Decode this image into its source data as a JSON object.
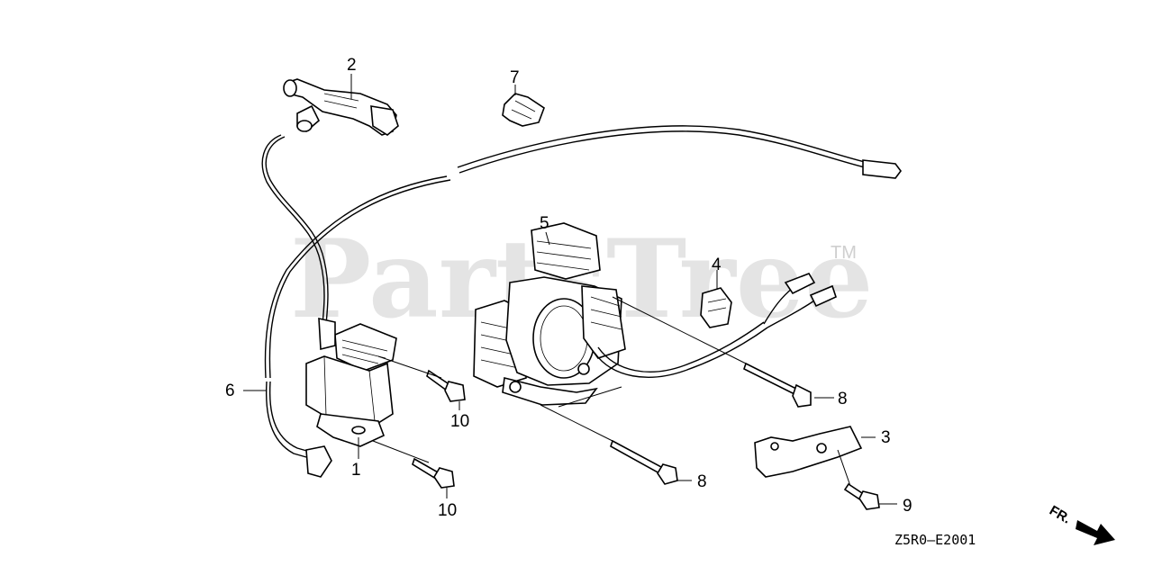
{
  "watermark": {
    "text": "PartsTree",
    "trademark": "TM"
  },
  "diagram_code": "Z5R0—E2001",
  "direction_indicator": "FR.",
  "callouts": [
    {
      "id": "callout-1",
      "label": "1"
    },
    {
      "id": "callout-2",
      "label": "2"
    },
    {
      "id": "callout-3",
      "label": "3"
    },
    {
      "id": "callout-4",
      "label": "4"
    },
    {
      "id": "callout-5",
      "label": "5"
    },
    {
      "id": "callout-6",
      "label": "6"
    },
    {
      "id": "callout-7",
      "label": "7"
    },
    {
      "id": "callout-8a",
      "label": "8"
    },
    {
      "id": "callout-8b",
      "label": "8"
    },
    {
      "id": "callout-9",
      "label": "9"
    },
    {
      "id": "callout-10a",
      "label": "10"
    },
    {
      "id": "callout-10b",
      "label": "10"
    }
  ]
}
